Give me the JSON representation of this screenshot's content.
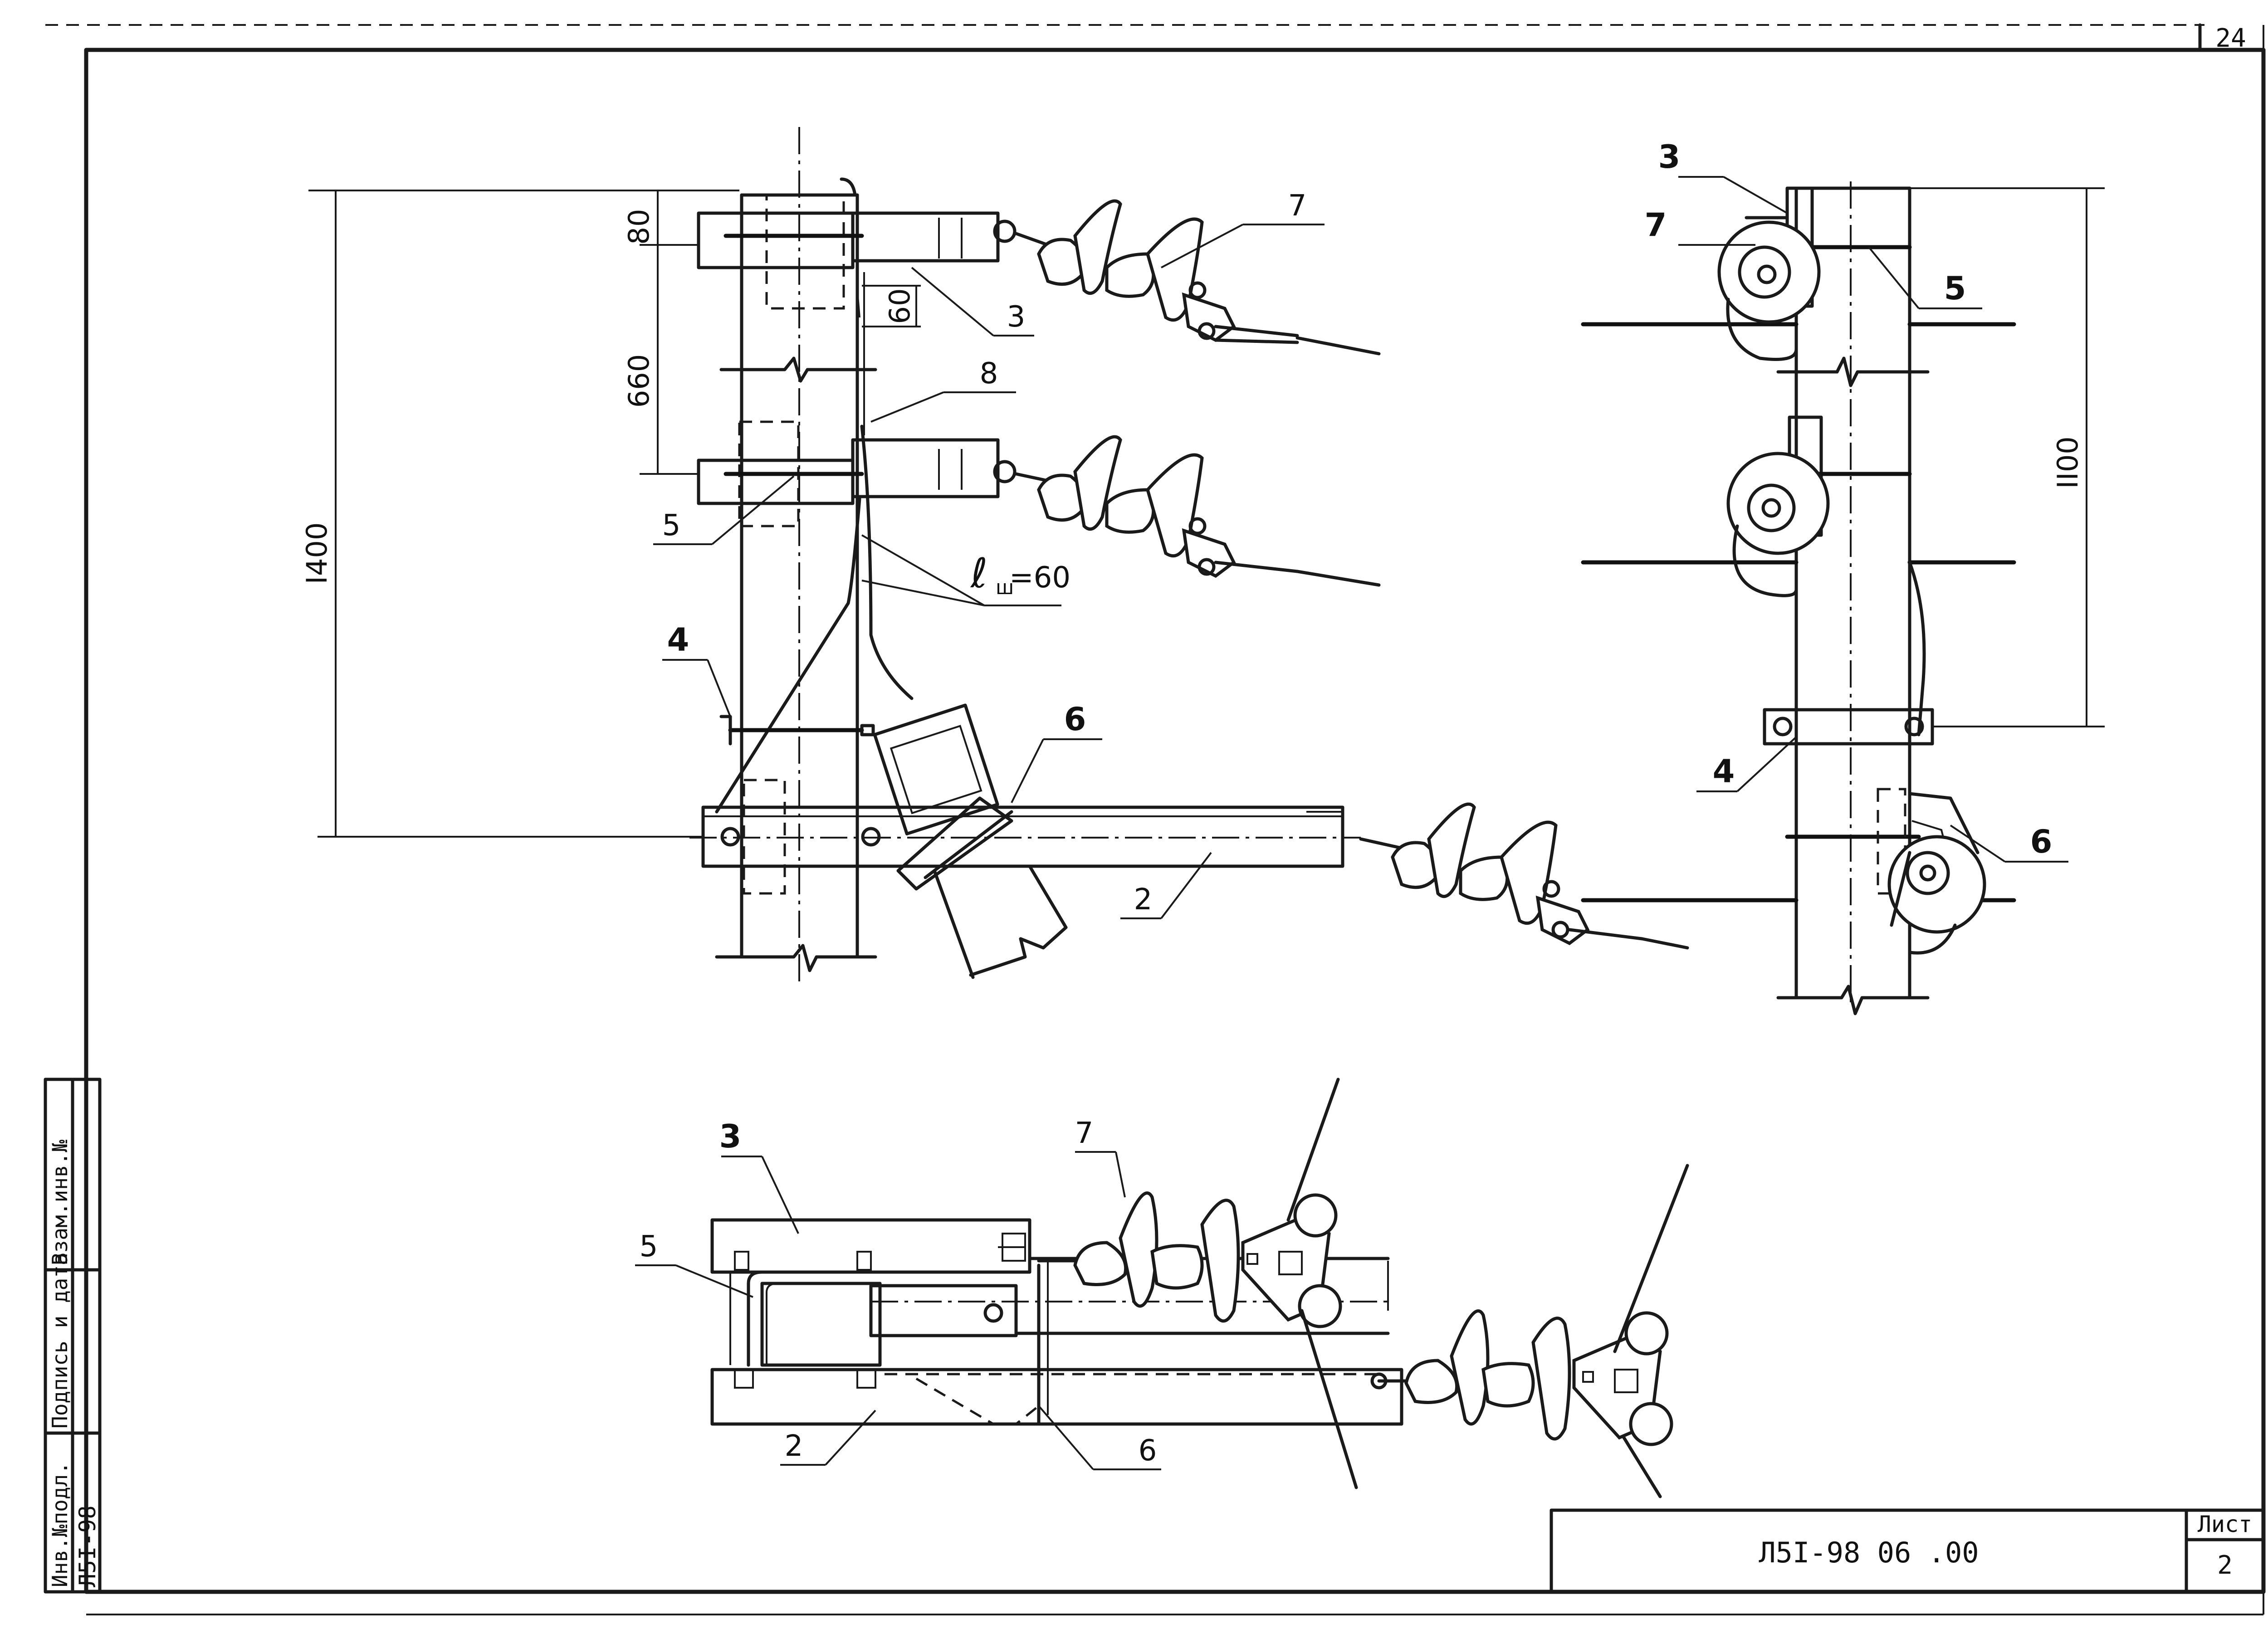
{
  "sheet": {
    "corner_number": "24",
    "doc_code": "Л5I-98 06 .00",
    "list_label": "Лист",
    "list_number": "2"
  },
  "side_stamp": {
    "inv_podl": "Инв.№подл.",
    "podpis": "Подпись и дата",
    "vzam": "Взам.инв.№",
    "code": "Л5I-98"
  },
  "dimensions": {
    "d80": "80",
    "d60": "60",
    "d660": "660",
    "d1400": "I400",
    "d1100": "II00",
    "lsh_symbol": "ℓ",
    "lsh_sub": "ш",
    "lsh_value": "=60"
  },
  "callouts": {
    "c2": "2",
    "c3": "3",
    "c4": "4",
    "c5": "5",
    "c6": "6",
    "c7": "7",
    "c8": "8"
  }
}
